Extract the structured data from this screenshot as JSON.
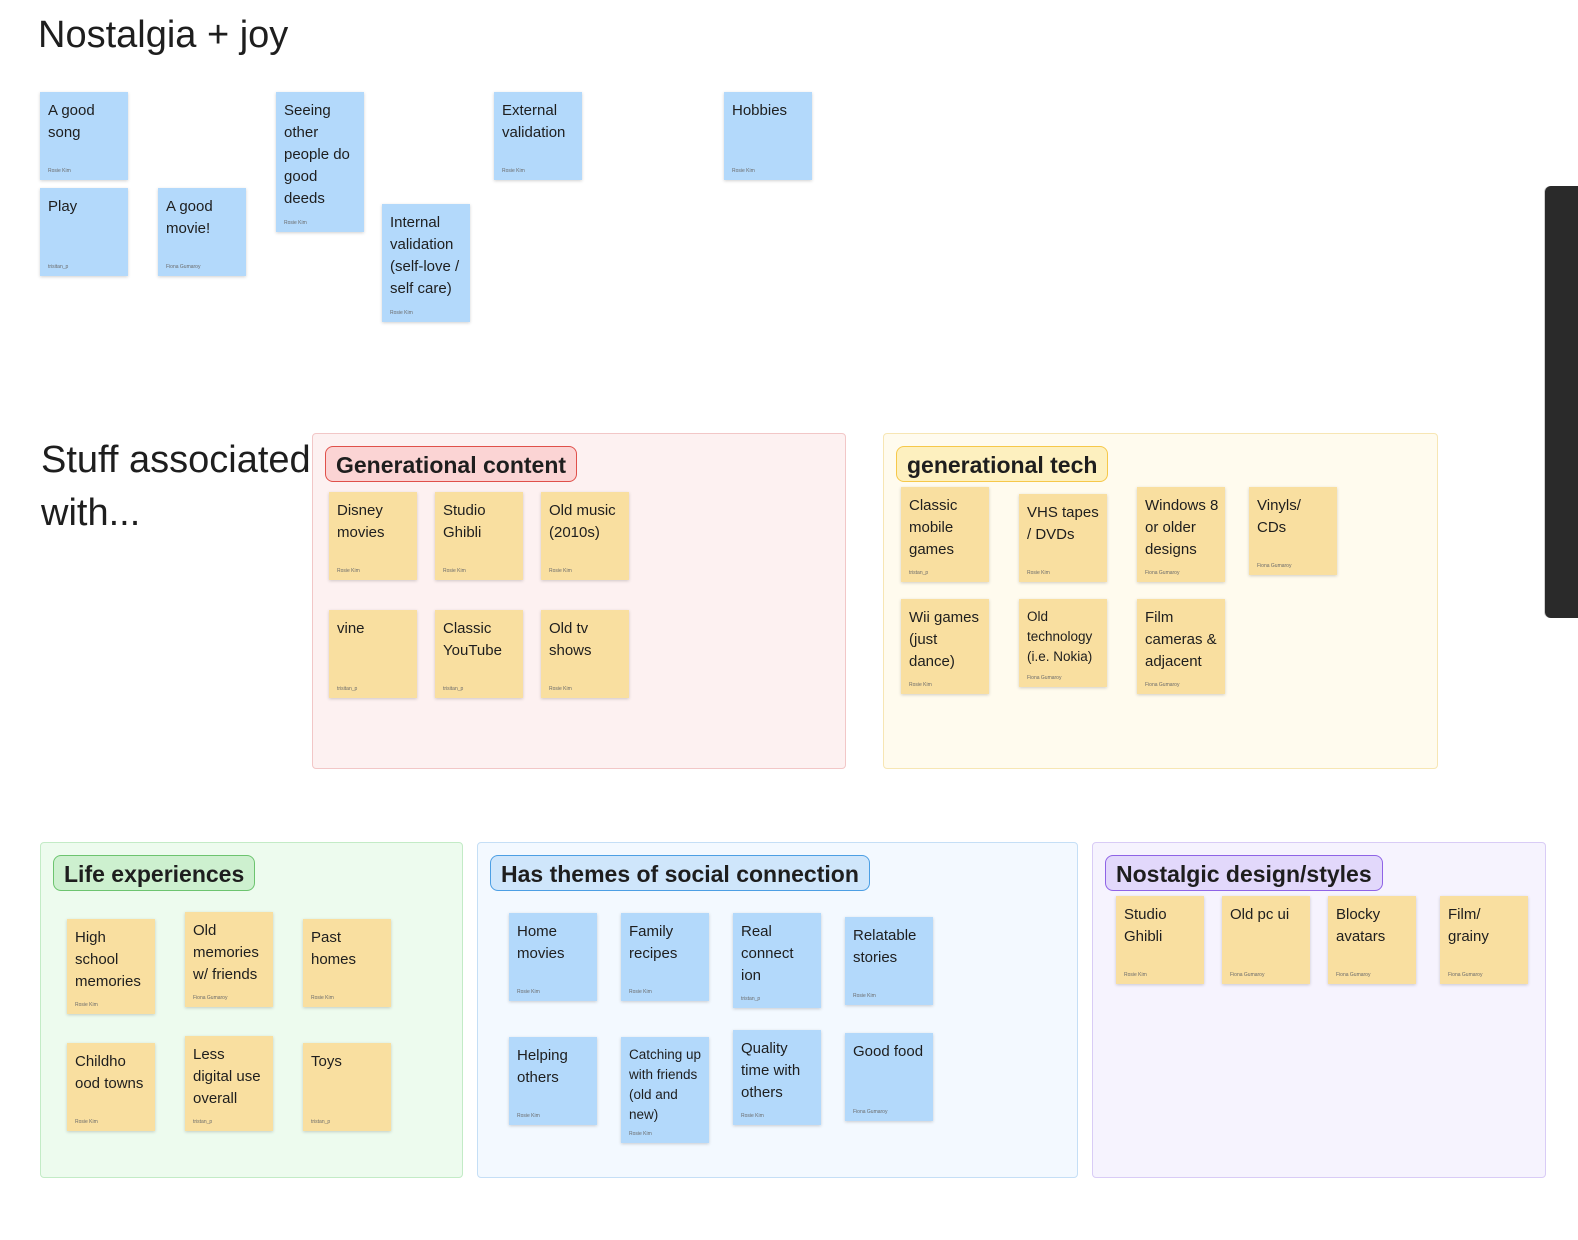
{
  "headings": {
    "nostalgia_joy": "Nostalgia + joy",
    "stuff_associated": "Stuff associated with..."
  },
  "sections": {
    "generational_content": "Generational content",
    "generational_tech": "generational tech",
    "life_experiences": "Life experiences",
    "social_connection": "Has themes of social connection",
    "nostalgic_design": "Nostalgic design/styles"
  },
  "notes": {
    "a_good_song": {
      "text": "A good song",
      "author": "Rosie Kim"
    },
    "play": {
      "text": "Play",
      "author": "trisitan_p"
    },
    "a_good_movie": {
      "text": "A good movie!",
      "author": "Fiona Gumaroy"
    },
    "seeing_others": {
      "text": "Seeing other people do good deeds",
      "author": "Rosie Kim"
    },
    "internal_validation": {
      "text": "Internal validation (self-love / self care)",
      "author": "Rosie Kim"
    },
    "external_validation": {
      "text": "External validation",
      "author": "Rosie Kim"
    },
    "hobbies": {
      "text": "Hobbies",
      "author": "Rosie Kim"
    },
    "disney_movies": {
      "text": "Disney movies",
      "author": "Rosie Kim"
    },
    "studio_ghibli_1": {
      "text": "Studio Ghibli",
      "author": "Rosie Kim"
    },
    "old_music": {
      "text": "Old music (2010s)",
      "author": "Rosie Kim"
    },
    "vine": {
      "text": "vine",
      "author": "trisitan_p"
    },
    "classic_youtube": {
      "text": "Classic YouTube",
      "author": "trisitan_p"
    },
    "old_tv_shows": {
      "text": "Old tv shows",
      "author": "Rosie Kim"
    },
    "classic_mobile_games": {
      "text": "Classic mobile games",
      "author": "tristan_p"
    },
    "vhs_tapes": {
      "text": "VHS tapes / DVDs",
      "author": "Rosie Kim"
    },
    "windows_8": {
      "text": "Windows 8 or older designs",
      "author": "Fiona Gumaroy"
    },
    "vinyls": {
      "text": "Vinyls/ CDs",
      "author": "Fiona Gumaroy"
    },
    "wii_games": {
      "text": "Wii games (just dance)",
      "author": "Rosie Kim"
    },
    "old_technology": {
      "text": "Old technology (i.e. Nokia)",
      "author": "Fiona Gumaroy"
    },
    "film_cameras": {
      "text": "Film cameras & adjacent",
      "author": "Fiona Gumaroy"
    },
    "high_school": {
      "text": "High school memories",
      "author": "Rosie Kim"
    },
    "old_memories": {
      "text": "Old memories w/ friends",
      "author": "Fiona Gumaroy"
    },
    "past_homes": {
      "text": "Past homes",
      "author": "Rosie Kim"
    },
    "childhood_towns": {
      "text": "Childho ood towns",
      "author": "Rosie Kim"
    },
    "less_digital": {
      "text": "Less digital use overall",
      "author": "tristan_p"
    },
    "toys": {
      "text": "Toys",
      "author": "tristan_p"
    },
    "home_movies": {
      "text": "Home movies",
      "author": "Rosie Kim"
    },
    "family_recipes": {
      "text": "Family recipes",
      "author": "Rosie Kim"
    },
    "real_connection": {
      "text": "Real connect ion",
      "author": "tristan_p"
    },
    "relatable_stories": {
      "text": "Relatable stories",
      "author": "Rosie Kim"
    },
    "helping_others": {
      "text": "Helping others",
      "author": "Rosie Kim"
    },
    "catching_up": {
      "text": "Catching up with friends (old and new)",
      "author": "Rosie Kim"
    },
    "quality_time": {
      "text": "Quality time with others",
      "author": "Rosie Kim"
    },
    "good_food": {
      "text": "Good food",
      "author": "Fiona Gumaroy"
    },
    "studio_ghibli_2": {
      "text": "Studio Ghibli",
      "author": "Rosie Kim"
    },
    "old_pc_ui": {
      "text": "Old pc ui",
      "author": "Fiona Gumaroy"
    },
    "blocky_avatars": {
      "text": "Blocky avatars",
      "author": "Fiona Gumaroy"
    },
    "film_grainy": {
      "text": "Film/ grainy",
      "author": "Fiona Gumaroy"
    }
  },
  "colors": {
    "blue_note": "#b3d9fb",
    "yellow_note": "#f9dfa0",
    "pink_section": "#fdf1f1",
    "yellow_section": "#fffbee",
    "green_section": "#edfbee",
    "blue_section": "#f3f9ff",
    "purple_section": "#f6f3fe"
  }
}
